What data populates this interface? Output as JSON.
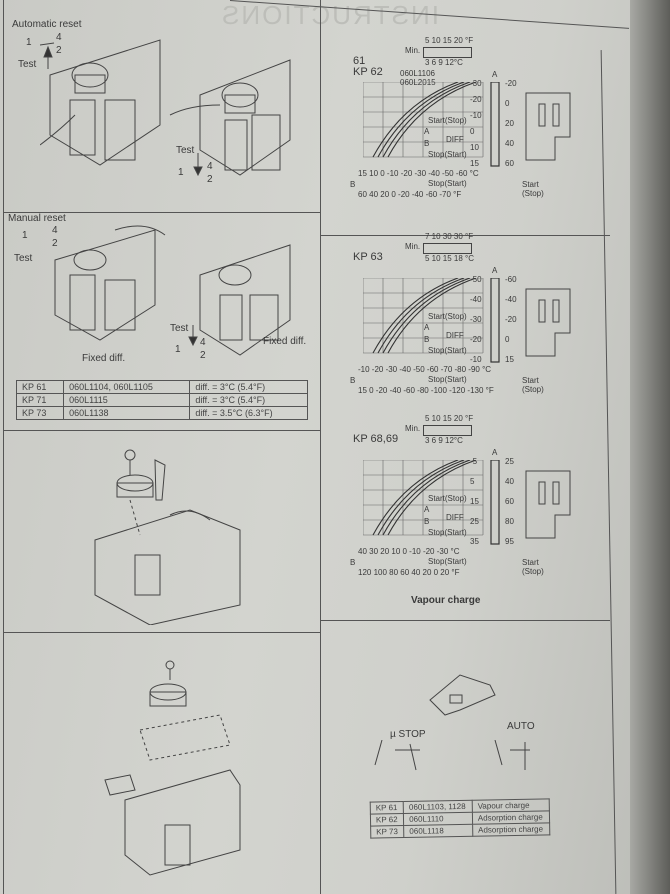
{
  "ghost_title": "INSTRUCTIONS",
  "left": {
    "auto_reset": {
      "title": "Automatic reset",
      "terminals": [
        "1",
        "4",
        "2"
      ],
      "test": "Test",
      "test2": "Test"
    },
    "manual_reset": {
      "title": "Manual reset",
      "terminals": [
        "1",
        "4",
        "2"
      ],
      "test": "Test",
      "test2": "Test",
      "fixed_diff": "Fixed diff.",
      "fixed_diff2": "Fixed diff."
    },
    "diff_table": [
      [
        "KP 61",
        "060L1104, 060L1105",
        "diff. = 3°C (5.4°F)"
      ],
      [
        "KP 71",
        "060L1115",
        "diff. = 3°C (5.4°F)"
      ],
      [
        "KP 73",
        "060L1138",
        "diff. = 3.5°C (6.3°F)"
      ]
    ]
  },
  "right": {
    "charts": [
      {
        "model": "61\nKP 62",
        "codes": "060L1106\n060L2015",
        "min_f": "5 10 15 20 °F",
        "min_c": "3 6 9 12°C",
        "min_label": "Min.",
        "x_c": "15 10 0 -10 -20 -30 -40 -50 -60 °C",
        "x_f": "60 40 20 0 -20 -40 -60 -70 °F",
        "scale_left": [
          "-30",
          "-20",
          "-10",
          "0",
          "10",
          "15"
        ],
        "scale_right": [
          "-20",
          "0",
          "20",
          "40",
          "60"
        ]
      },
      {
        "model": "KP 63",
        "min_f": "7 10 30 30 °F",
        "min_c": "5 10 15 18 °C",
        "min_label": "Min.",
        "x_c": "-10 -20 -30 -40 -50 -60 -70 -80 -90 °C",
        "x_f": "15 0 -20 -40 -60 -80 -100 -120 -130 °F",
        "scale_left": [
          "-50",
          "-40",
          "-30",
          "-20",
          "-10"
        ],
        "scale_right": [
          "-60",
          "-40",
          "-20",
          "0",
          "15"
        ]
      },
      {
        "model": "KP 68,69",
        "min_f": "5 10 15 20 °F",
        "min_c": "3 6 9 12°C",
        "min_label": "Min.",
        "x_c": "40 30 20 10 0 -10 -20 -30 °C",
        "x_f": "120 100 80 60 40 20 0 20 °F",
        "scale_left": [
          "-5",
          "5",
          "15",
          "25",
          "35"
        ],
        "scale_right": [
          "25",
          "40",
          "60",
          "80",
          "95"
        ]
      }
    ],
    "legend": {
      "start_stop": "Start(Stop)",
      "diff": "DIFF",
      "stop_start": "Stop(Start)",
      "a": "A",
      "b": "B",
      "axis_stop": "Stop(Start)",
      "axis_start": "Start (Stop)",
      "c": "°C",
      "f": "°F"
    },
    "vapour_charge": "Vapour charge",
    "stop_label": "STOP",
    "auto_label": "AUTO",
    "charge_table": [
      [
        "KP 61",
        "060L1103, 1128",
        "Vapour charge"
      ],
      [
        "KP 62",
        "060L1110",
        "Adsorption charge"
      ],
      [
        "KP 73",
        "060L1118",
        "Adsorption charge"
      ]
    ]
  }
}
